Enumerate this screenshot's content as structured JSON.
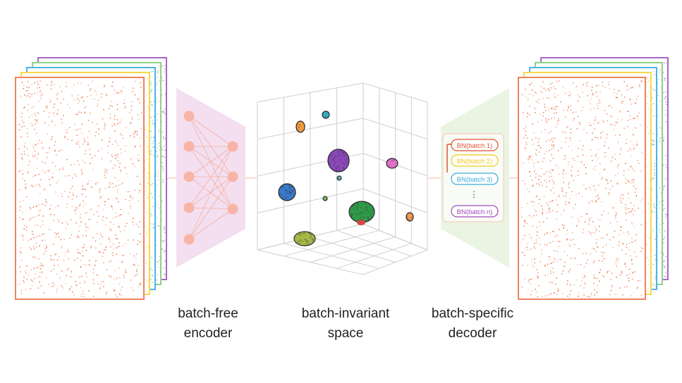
{
  "colors": {
    "red": "#f08060",
    "yellow": "#f5d84a",
    "blue": "#4bb3e8",
    "green": "#8fd18a",
    "purple": "#a868c8",
    "encoder_fill": "#f3dff0",
    "decoder_fill": "#eaf4e2"
  },
  "captions": {
    "encoder": [
      "batch-free",
      "encoder"
    ],
    "space": [
      "batch-invariant",
      "space"
    ],
    "decoder": [
      "batch-specific",
      "decoder"
    ]
  },
  "decoder": {
    "bn_labels": [
      "BN(batch 1)",
      "BN(batch 2)",
      "BN(batch 3)",
      "⋮",
      "BN(batch n)"
    ],
    "bn_colors": [
      "#e0502e",
      "#f2c81a",
      "#3aa7e0",
      "#444444",
      "#9a4cb8"
    ]
  },
  "latent_clusters": [
    {
      "color": "orange-cluster",
      "hex": "#ef9a40"
    },
    {
      "color": "teal-cluster",
      "hex": "#30b0c8"
    },
    {
      "color": "purple-cluster",
      "hex": "#8a48b8"
    },
    {
      "color": "pink-cluster",
      "hex": "#e070c8"
    },
    {
      "color": "blue-cluster",
      "hex": "#3a78c8"
    },
    {
      "color": "green-cluster",
      "hex": "#2e9a48"
    },
    {
      "color": "olive-cluster",
      "hex": "#a8b848"
    },
    {
      "color": "small-orange-cluster",
      "hex": "#f09a50"
    }
  ]
}
